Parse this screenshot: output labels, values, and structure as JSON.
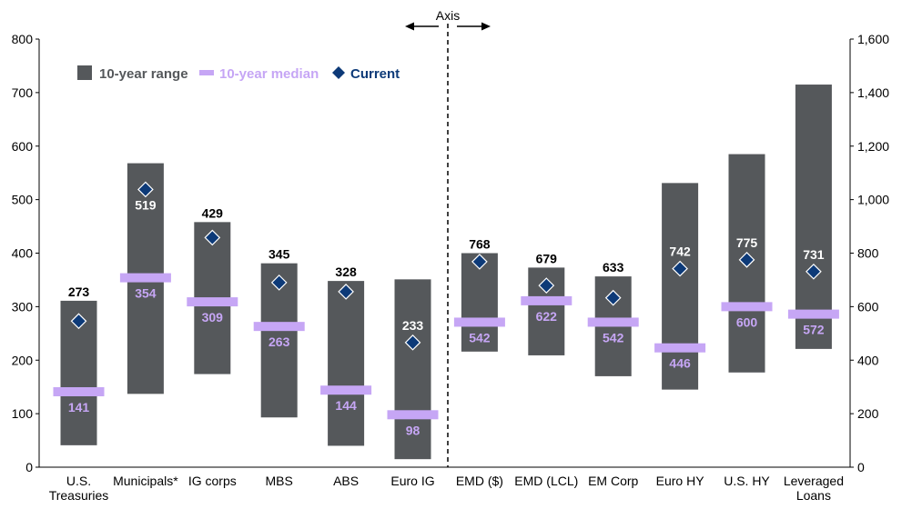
{
  "chart_data": {
    "type": "bar",
    "categories": [
      "U.S. Treasuries",
      "Municipals*",
      "IG corps",
      "MBS",
      "ABS",
      "Euro IG",
      "EMD ($)",
      "EMD (LCL)",
      "EM Corp",
      "Euro HY",
      "U.S. HY",
      "Leveraged Loans"
    ],
    "category_lines": [
      [
        "U.S.",
        "Treasuries"
      ],
      [
        "Municipals*"
      ],
      [
        "IG corps"
      ],
      [
        "MBS"
      ],
      [
        "ABS"
      ],
      [
        "Euro IG"
      ],
      [
        "EMD ($)"
      ],
      [
        "EMD (LCL)"
      ],
      [
        "EM Corp"
      ],
      [
        "Euro HY"
      ],
      [
        "U.S. HY"
      ],
      [
        "Leveraged",
        "Loans"
      ]
    ],
    "axis_side": [
      "left",
      "left",
      "left",
      "left",
      "left",
      "left",
      "right",
      "right",
      "right",
      "right",
      "right",
      "right"
    ],
    "series": [
      {
        "name": "10-year range",
        "low": [
          41,
          137,
          174,
          93,
          40,
          15,
          432,
          418,
          340,
          290,
          354,
          442
        ],
        "high": [
          311,
          568,
          458,
          381,
          348,
          351,
          800,
          746,
          713,
          1062,
          1170,
          1430
        ]
      },
      {
        "name": "10-year median",
        "values": [
          141,
          354,
          309,
          263,
          144,
          98,
          542,
          622,
          542,
          446,
          600,
          572
        ]
      },
      {
        "name": "Current",
        "values": [
          273,
          519,
          429,
          345,
          328,
          233,
          768,
          679,
          633,
          742,
          775,
          731
        ]
      }
    ],
    "left_axis": {
      "ylim": [
        0,
        800
      ],
      "ticks": [
        "0",
        "100",
        "200",
        "300",
        "400",
        "500",
        "600",
        "700",
        "800"
      ]
    },
    "right_axis": {
      "ylim": [
        0,
        1600
      ],
      "ticks": [
        "0",
        "200",
        "400",
        "600",
        "800",
        "1,000",
        "1,200",
        "1,400",
        "1,600"
      ]
    },
    "divider_label": "Axis",
    "legend_position": "top-left",
    "colors": {
      "range": "#55585b",
      "median": "#c6a6f5",
      "current": "#0d3a78",
      "current_border": "#ffffff"
    }
  }
}
